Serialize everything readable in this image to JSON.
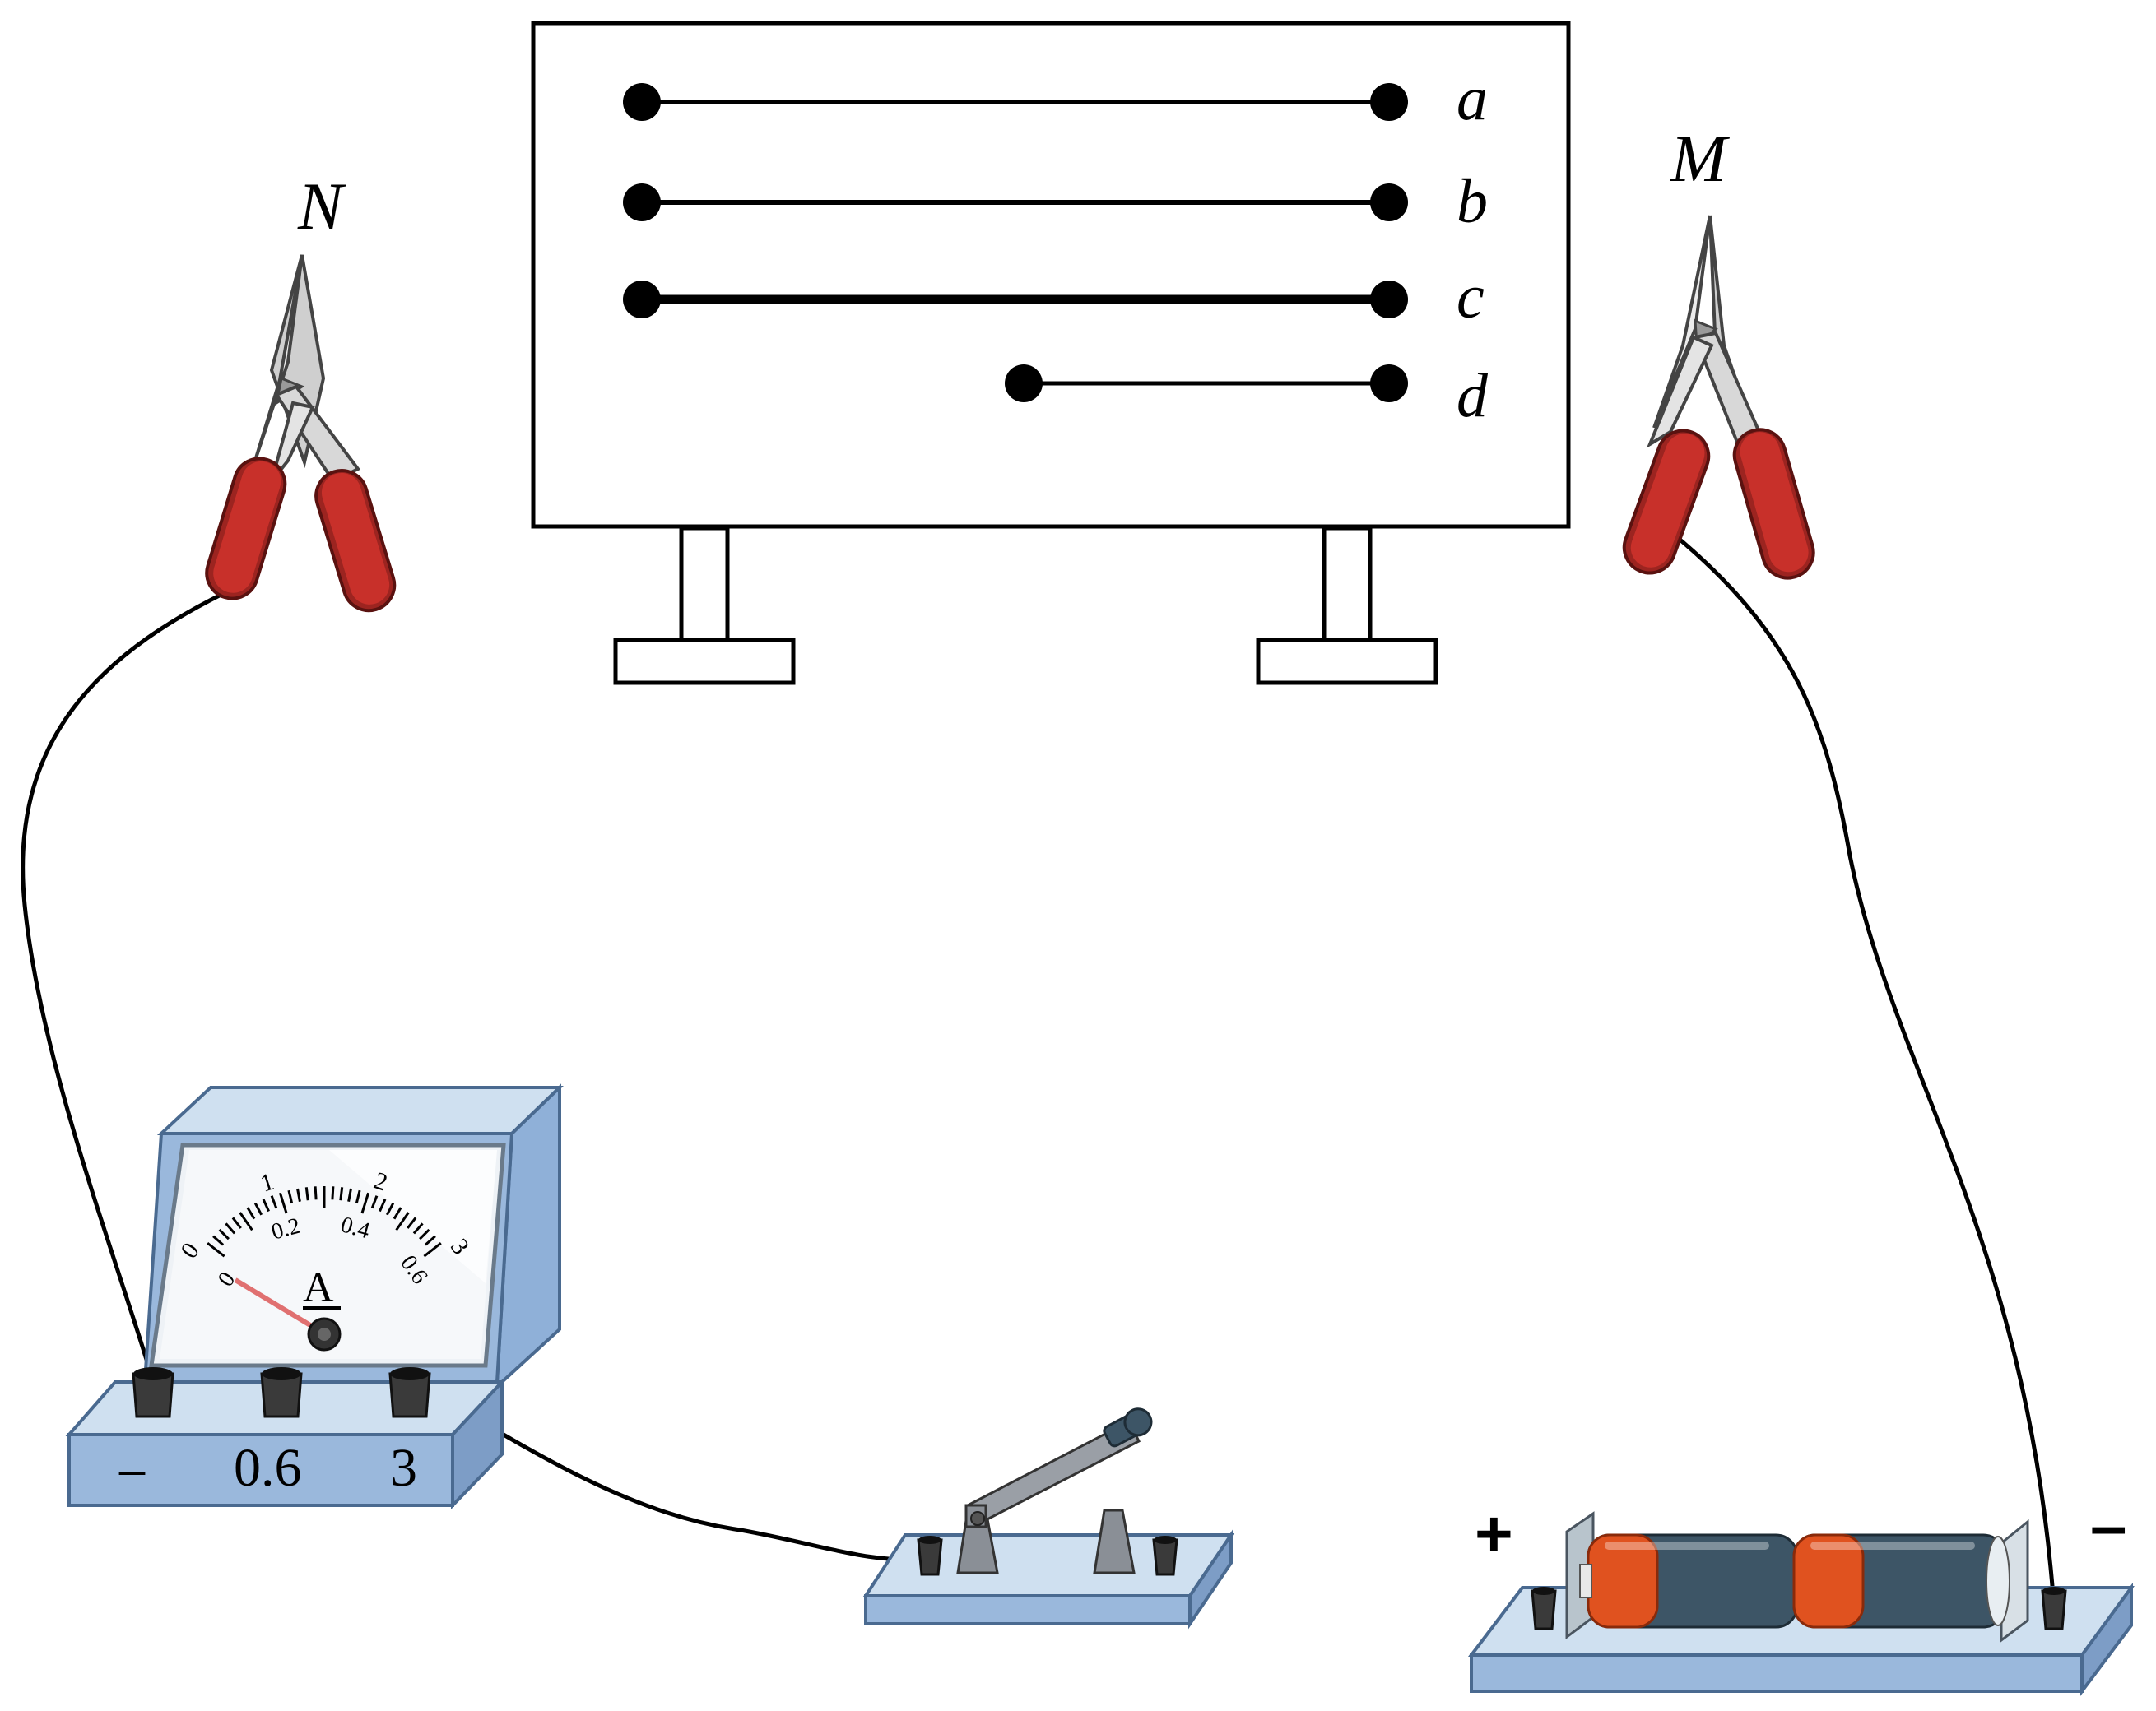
{
  "board": {
    "wires": [
      {
        "label": "a"
      },
      {
        "label": "b"
      },
      {
        "label": "c"
      },
      {
        "label": "d"
      }
    ]
  },
  "clips": {
    "left_label": "N",
    "right_label": "M"
  },
  "ammeter": {
    "unit_label": "A",
    "outer_scale": [
      "0",
      "1",
      "2",
      "3"
    ],
    "inner_scale": [
      "0",
      "0.2",
      "0.4",
      "0.6"
    ],
    "terminals": [
      "–",
      "0.6",
      "3"
    ]
  },
  "battery": {
    "plus_label": "+",
    "minus_label": "–"
  },
  "colors": {
    "clip_red": "#c8302a",
    "device_blue": "#9ab8dc",
    "device_light": "#cfe0f0",
    "battery_orange": "#e0521f",
    "battery_dark": "#3d5566"
  }
}
